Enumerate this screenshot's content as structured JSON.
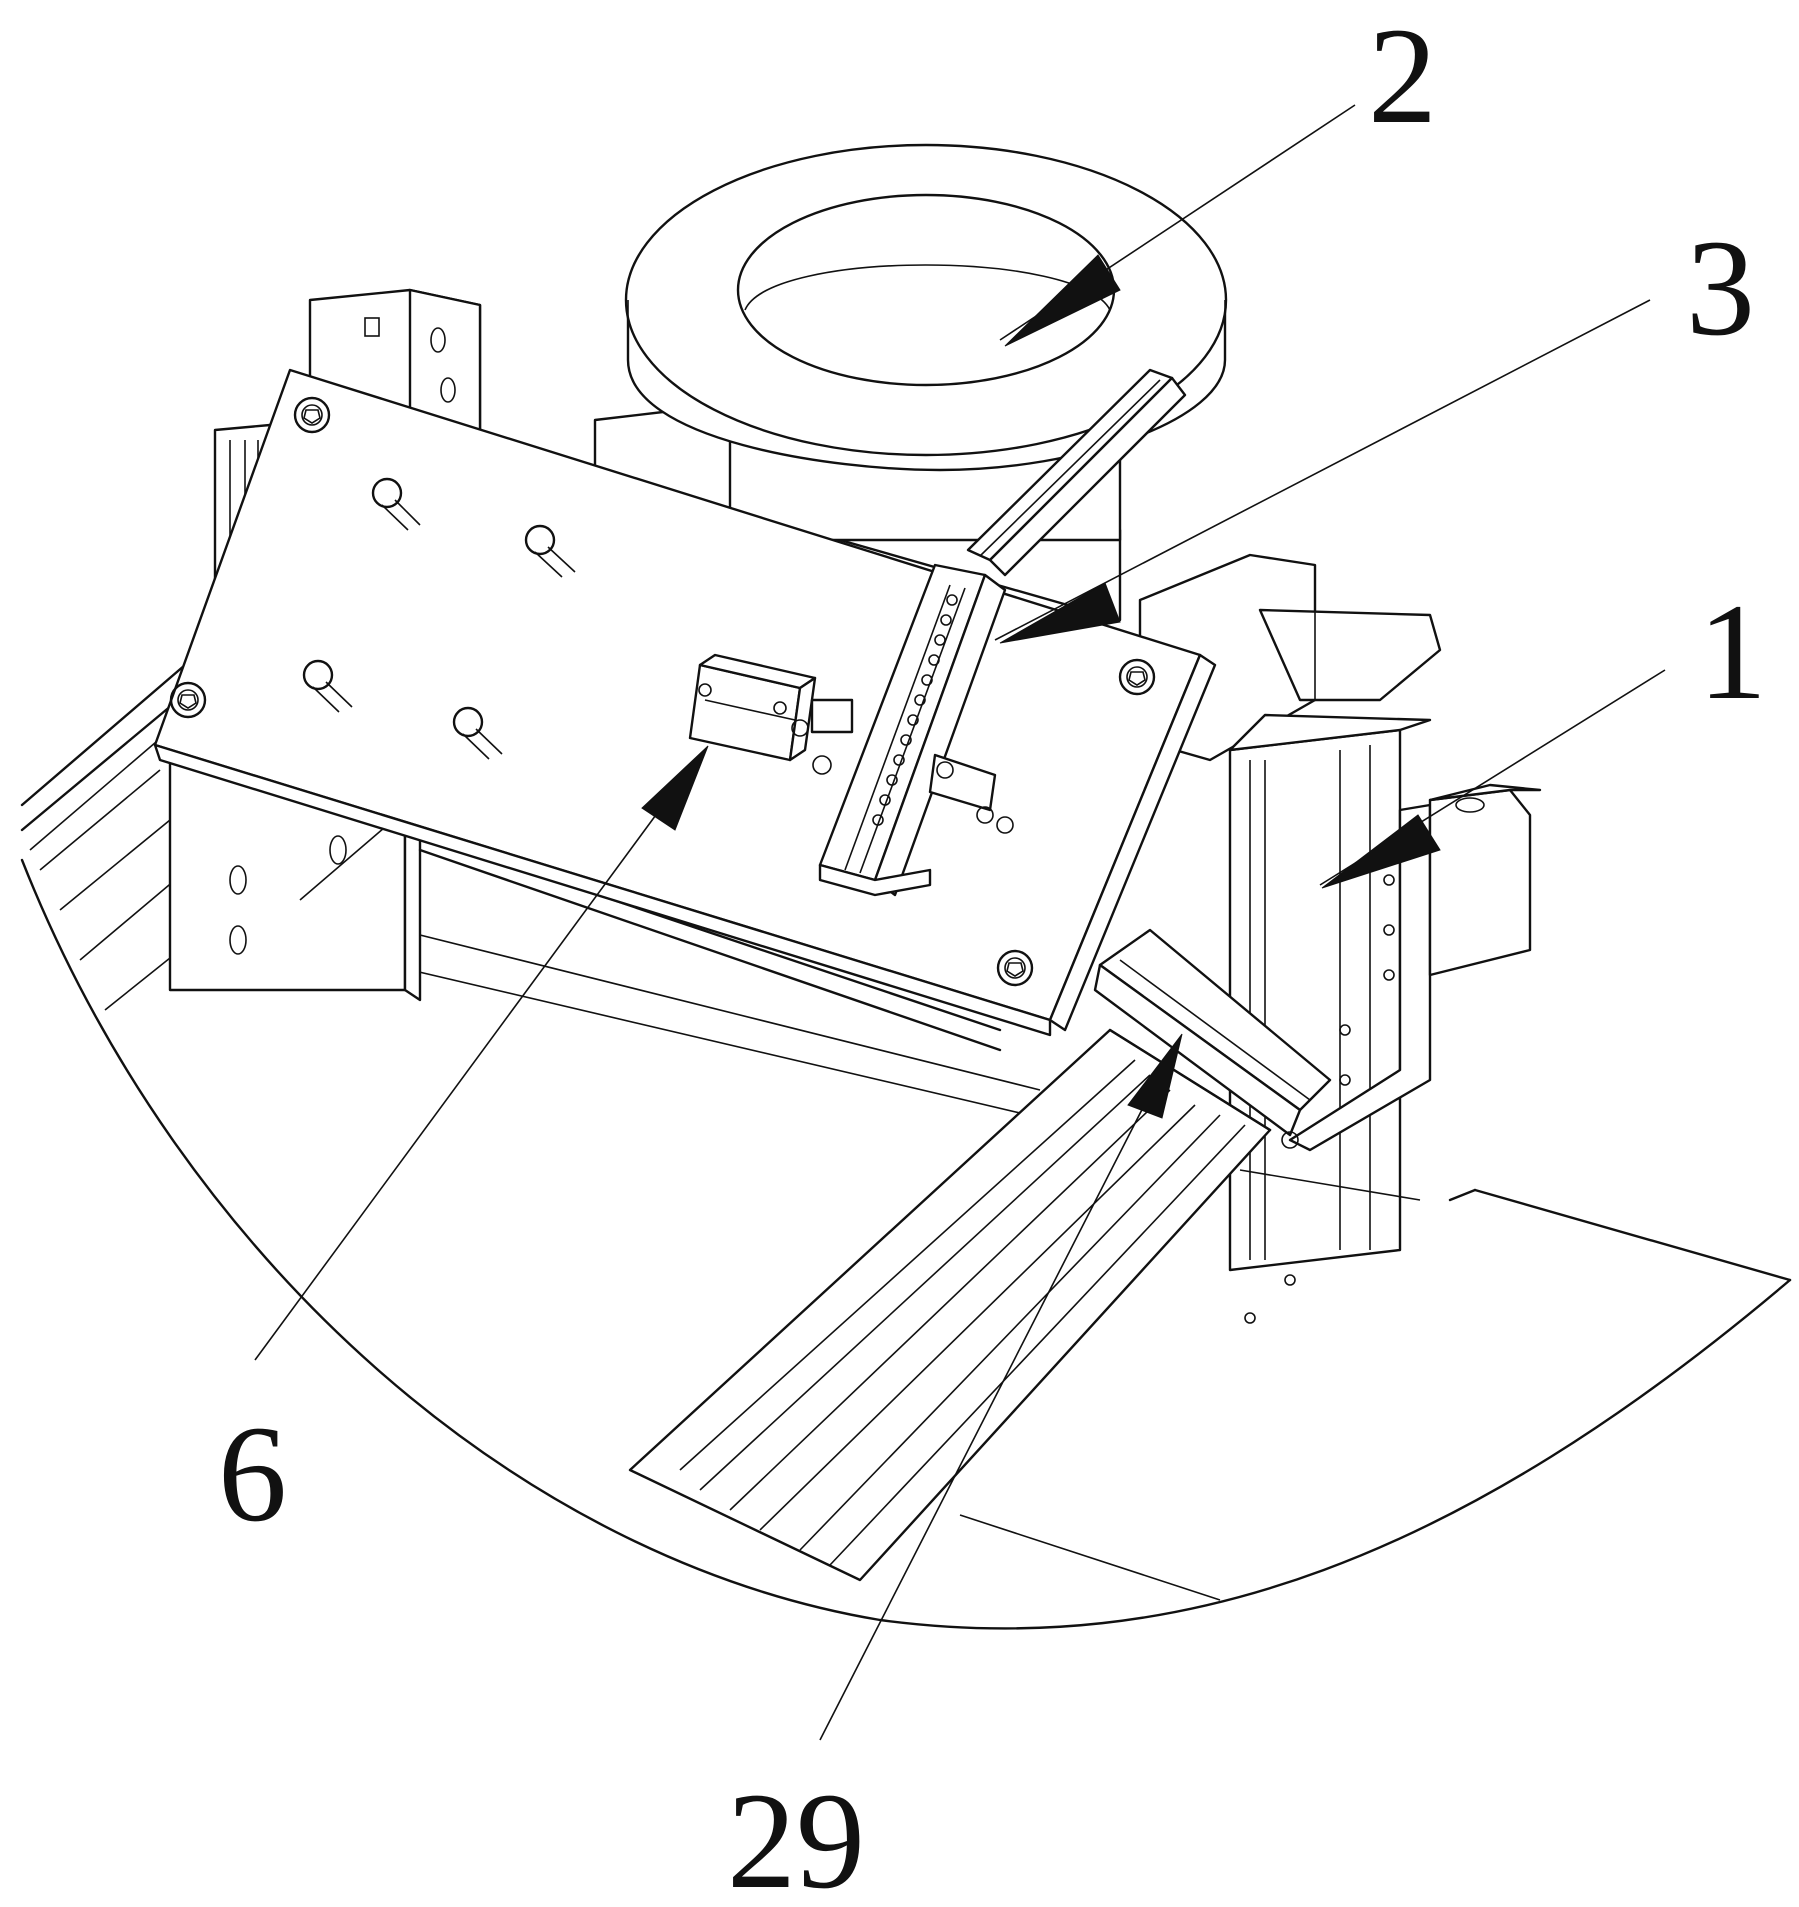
{
  "callouts": [
    {
      "id": "part-2",
      "text": "2"
    },
    {
      "id": "part-3",
      "text": "3"
    },
    {
      "id": "part-1",
      "text": "1"
    },
    {
      "id": "part-6",
      "text": "6"
    },
    {
      "id": "part-29",
      "text": "29"
    }
  ]
}
